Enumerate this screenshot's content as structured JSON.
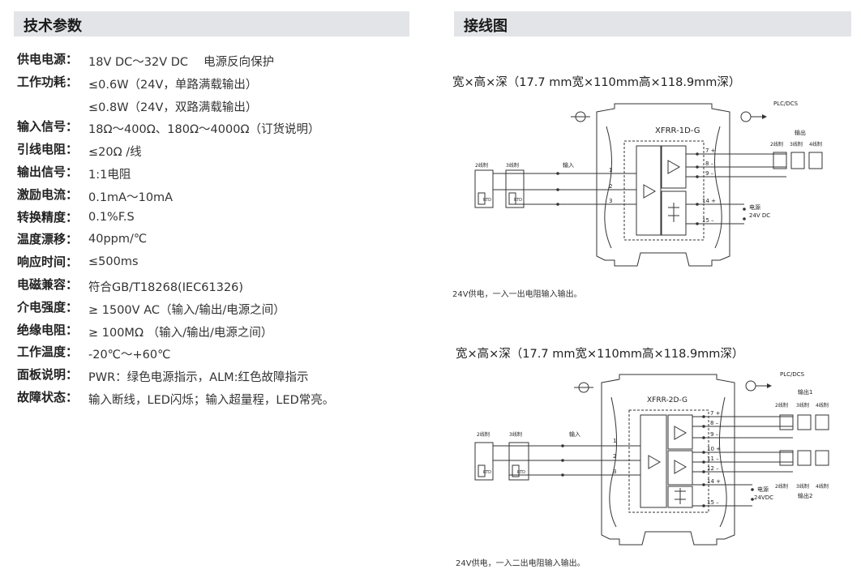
{
  "left_section": {
    "title": "技术参数"
  },
  "right_section": {
    "title": "接线图"
  },
  "specs": [
    {
      "label": "供电电源：",
      "value": "18V DC～32V DC　 电源反向保护"
    },
    {
      "label": "工作功耗：",
      "value": "≤0.6W（24V，单路满载输出）"
    },
    {
      "label": "",
      "value": "≤0.8W（24V，双路满载输出）"
    },
    {
      "label": "输入信号：",
      "value": "18Ω～400Ω、180Ω～4000Ω（订货说明）"
    },
    {
      "label": "引线电阻：",
      "value": "≤20Ω /线"
    },
    {
      "label": "输出信号：",
      "value": "1:1电阻"
    },
    {
      "label": "激励电流：",
      "value": "0.1mA～10mA"
    },
    {
      "label": "转换精度：",
      "value": "0.1%F.S"
    },
    {
      "label": "温度漂移：",
      "value": "40ppm/℃"
    },
    {
      "label": "响应时间：",
      "value": "≤500ms"
    },
    {
      "label": "电磁兼容：",
      "value": "符合GB/T18268(IEC61326)"
    },
    {
      "label": "介电强度：",
      "value": "≥ 1500V AC（输入/输出/电源之间）"
    },
    {
      "label": "绝缘电阻：",
      "value": "≥ 100MΩ （输入/输出/电源之间）"
    },
    {
      "label": "工作温度：",
      "value": "-20℃～+60℃"
    },
    {
      "label": "面板说明：",
      "value": "PWR：绿色电源指示，ALM:红色故障指示"
    },
    {
      "label": "故障状态：",
      "value": "输入断线，LED闪烁；输入超量程，LED常亮。"
    }
  ],
  "diagram1": {
    "dimensions": "宽×高×深（17.7 mm宽×110mm高×118.9mm深）",
    "model": "XFRR-1D-G",
    "plc_label": "PLC/DCS",
    "output_label": "输出",
    "input_label": "输入",
    "wire_2": "2线制",
    "wire_3": "3线制",
    "wire_4": "4线制",
    "rtd": "RTD",
    "terminals": {
      "t1": "1",
      "t2": "2",
      "t3": "3",
      "t7": "7 +",
      "t8": "8 –",
      "t9": "9 –",
      "t14": "14 +",
      "t15": "15 –"
    },
    "power_label": "电源",
    "power_value": "24V DC",
    "caption": "24V供电，一入一出电阻输入输出。"
  },
  "diagram2": {
    "dimensions": "宽×高×深（17.7 mm宽×110mm高×118.9mm深）",
    "model": "XFRR-2D-G",
    "plc_label": "PLC/DCS",
    "output1_label": "输出1",
    "output2_label": "输出2",
    "input_label": "输入",
    "wire_2": "2线制",
    "wire_3": "3线制",
    "wire_4": "4线制",
    "rtd": "RTD",
    "terminals": {
      "t1": "1",
      "t2": "2",
      "t3": "3",
      "t7": "7 +",
      "t8": "8 –",
      "t9": "9 –",
      "t10": "10 +",
      "t11": "11 –",
      "t12": "12 –",
      "t14": "14 +",
      "t15": "15 –"
    },
    "power_label": "电源",
    "power_value": "24VDC",
    "caption": "24V供电，一入二出电阻输入输出。"
  }
}
